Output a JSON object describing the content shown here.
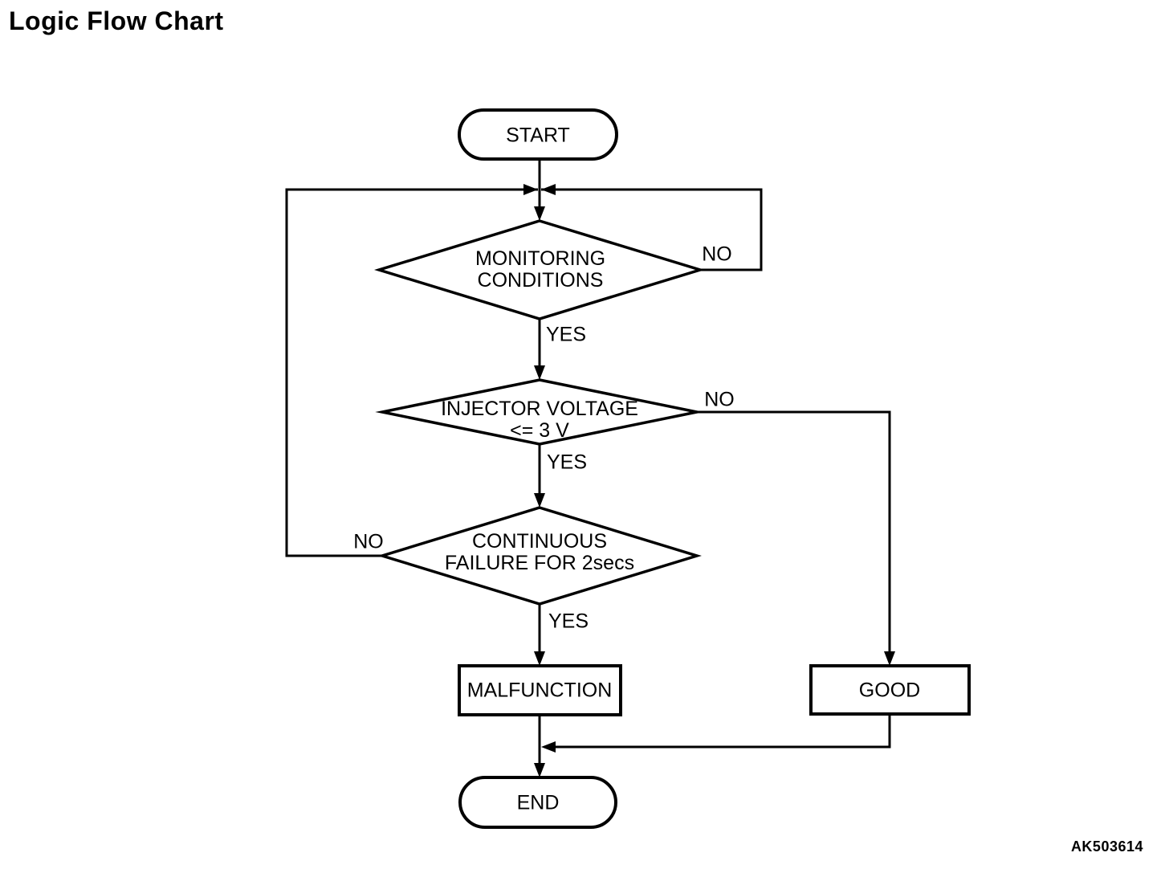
{
  "title": "Logic Flow Chart",
  "figure_code": "AK503614",
  "colors": {
    "line": "#000000",
    "text": "#000000",
    "background": "#ffffff"
  },
  "nodes": {
    "start": {
      "type": "terminator",
      "label": "START"
    },
    "monitoring_conditions": {
      "type": "decision",
      "line1": "MONITORING",
      "line2": "CONDITIONS"
    },
    "injector_voltage": {
      "type": "decision",
      "line1": "INJECTOR VOLTAGE",
      "line2": "<= 3 V"
    },
    "continuous_failure": {
      "type": "decision",
      "line1": "CONTINUOUS",
      "line2": "FAILURE FOR 2secs"
    },
    "malfunction": {
      "type": "process",
      "label": "MALFUNCTION"
    },
    "good": {
      "type": "process",
      "label": "GOOD"
    },
    "end": {
      "type": "terminator",
      "label": "END"
    }
  },
  "edge_labels": {
    "monitoring_no": "NO",
    "monitoring_yes": "YES",
    "injector_no": "NO",
    "injector_yes": "YES",
    "continuous_no": "NO",
    "continuous_yes": "YES"
  }
}
